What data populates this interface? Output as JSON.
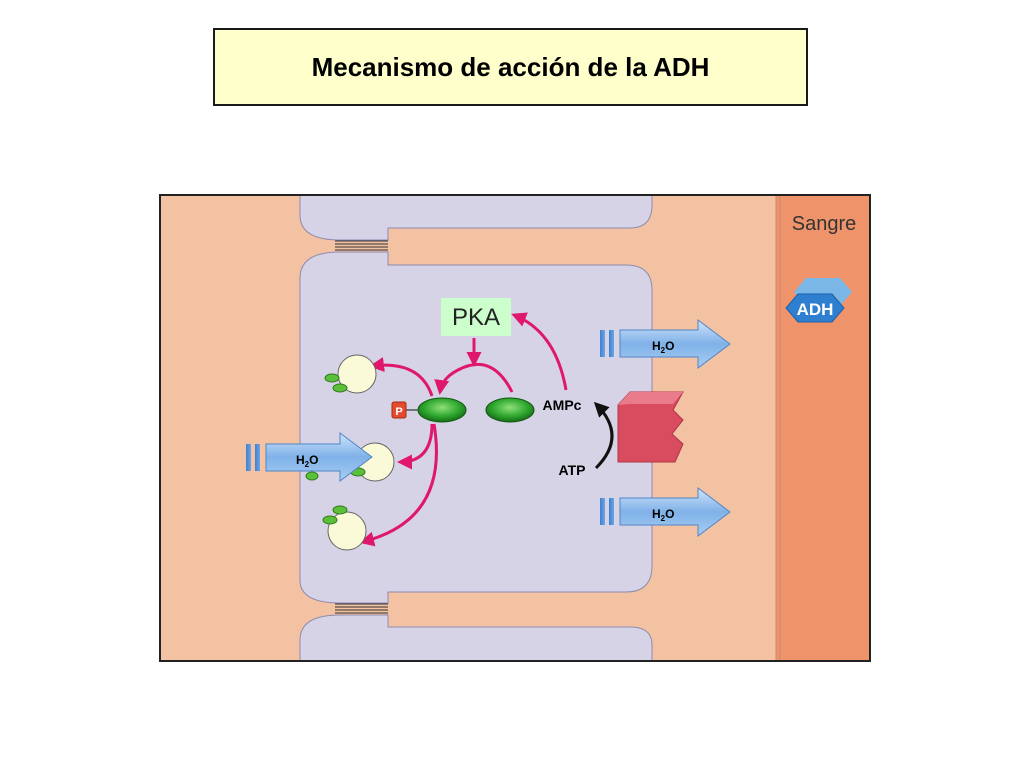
{
  "title": "Mecanismo de acción de la ADH",
  "labels": {
    "blood": "Sangre",
    "adh": "ADH",
    "pka": "PKA",
    "ampc": "AMPc",
    "atp": "ATP",
    "water_formula": "H",
    "water_subscript": "2",
    "water_o": "O",
    "phosphate": "P"
  },
  "colors": {
    "title_bg": "#ffffcc",
    "tubule_bg": "#f2c2a2",
    "cell_bg": "#d6d3e6",
    "blood_bg": "#ef946a",
    "arrow_magenta": "#e0186c",
    "protein_green": "#2fa82f",
    "receptor_red": "#d94b5e",
    "pka_box": "#ccffcc",
    "water_arrow": "#8ab8ea",
    "vesicle": "#fafad8"
  },
  "icons": [
    "adh-hexagon-icon",
    "receptor-icon",
    "water-arrow-icon",
    "vesicle-icon"
  ]
}
